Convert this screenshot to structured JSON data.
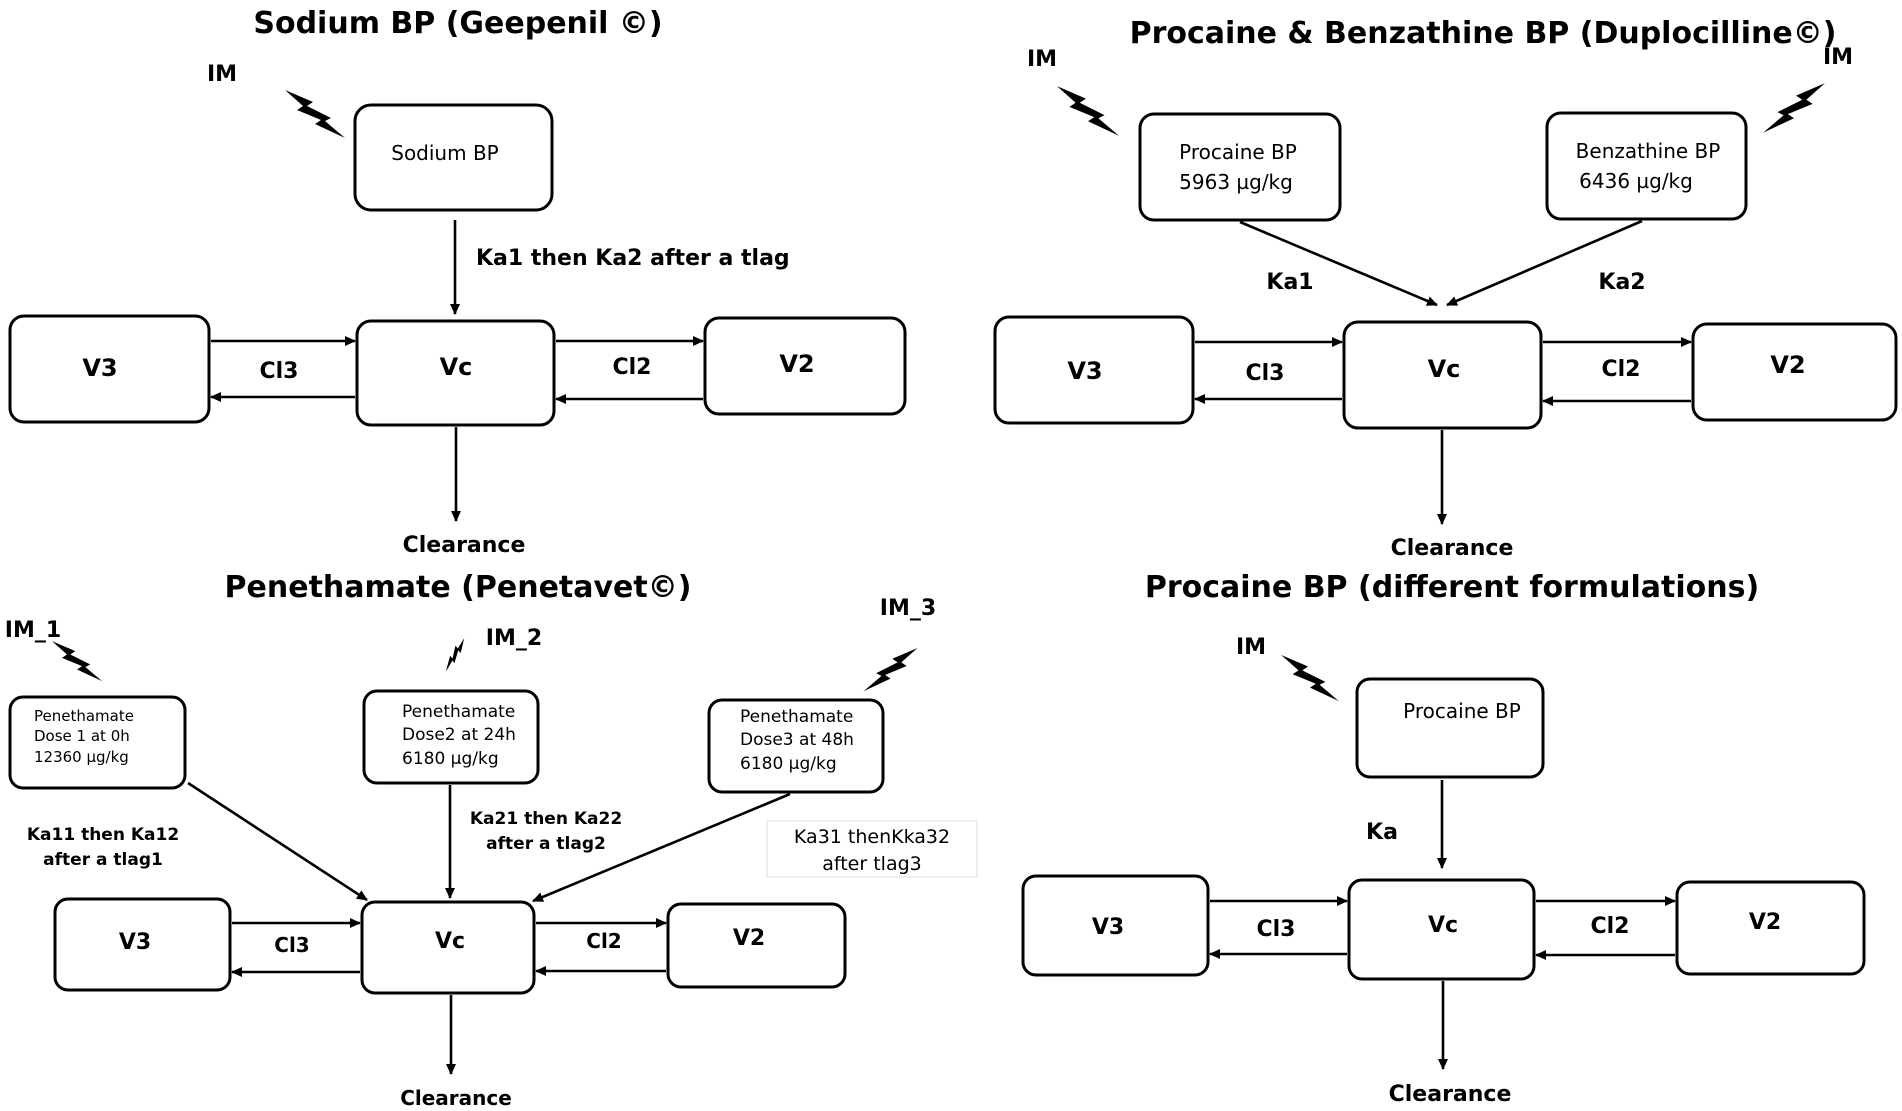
{
  "panel_sodium": {
    "title": "Sodium BP (Geepenil ©)",
    "route": "IM",
    "depot": "Sodium BP",
    "absorption": "Ka1 then Ka2 after a tlag",
    "central": "Vc",
    "left_compartment": "V3",
    "right_compartment": "V2",
    "left_clearance": "Cl3",
    "right_clearance": "Cl2",
    "elimination": "Clearance"
  },
  "panel_duplocilline": {
    "title": "Procaine & Benzathine BP (Duplocilline©)",
    "route_left": "IM",
    "route_right": "IM",
    "depot_left_name": "Procaine BP",
    "depot_left_dose": "5963 µg/kg",
    "depot_right_name": "Benzathine BP",
    "depot_right_dose": "6436 µg/kg",
    "ka_left": "Ka1",
    "ka_right": "Ka2",
    "central": "Vc",
    "left_compartment": "V3",
    "right_compartment": "V2",
    "left_clearance": "Cl3",
    "right_clearance": "Cl2",
    "elimination": "Clearance"
  },
  "panel_penethamate": {
    "title": "Penethamate (Penetavet©)",
    "route_1": "IM_1",
    "route_2": "IM_2",
    "route_3": "IM_3",
    "dose1_line1": "Penethamate",
    "dose1_line2": "Dose 1 at 0h",
    "dose1_line3": "12360 µg/kg",
    "dose2_line1": "Penethamate",
    "dose2_line2": "Dose2 at 24h",
    "dose2_line3": "6180 µg/kg",
    "dose3_line1": "Penethamate",
    "dose3_line2": "Dose3 at 48h",
    "dose3_line3": "6180 µg/kg",
    "ka1_line1": "Ka11 then Ka12",
    "ka1_line2": "after a tlag1",
    "ka2_line1": "Ka21 then Ka22",
    "ka2_line2": "after a tlag2",
    "ka3_line1": "Ka31 thenKka32",
    "ka3_line2": "after tlag3",
    "central": "Vc",
    "left_compartment": "V3",
    "right_compartment": "V2",
    "left_clearance": "Cl3",
    "right_clearance": "Cl2",
    "elimination": "Clearance"
  },
  "panel_procaine": {
    "title": "Procaine BP  (different formulations)",
    "route": "IM",
    "depot": "Procaine BP",
    "absorption": "Ka",
    "central": "Vc",
    "left_compartment": "V3",
    "right_compartment": "V2",
    "left_clearance": "Cl3",
    "right_clearance": "Cl2",
    "elimination": "Clearance"
  }
}
